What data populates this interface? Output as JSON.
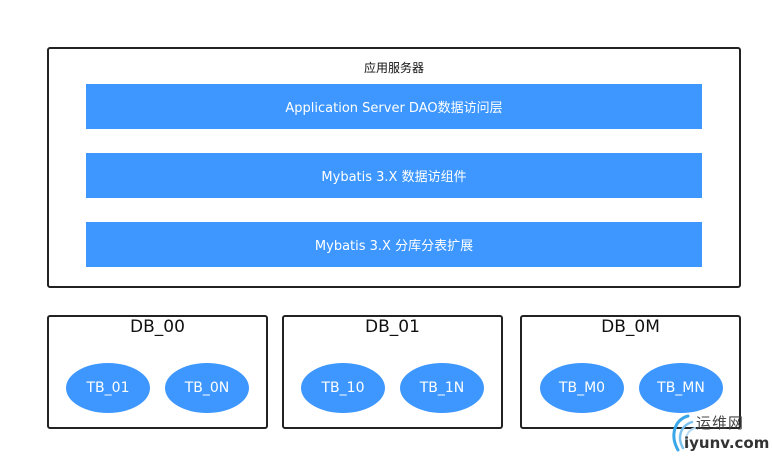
{
  "app_server": {
    "title": "应用服务器",
    "layers": [
      "Application Server DAO数据访问层",
      "Mybatis 3.X 数据访组件",
      "Mybatis 3.X 分库分表扩展"
    ]
  },
  "databases": [
    {
      "name": "DB_00",
      "tables": [
        "TB_01",
        "TB_0N"
      ]
    },
    {
      "name": "DB_01",
      "tables": [
        "TB_10",
        "TB_1N"
      ]
    },
    {
      "name": "DB_0M",
      "tables": [
        "TB_M0",
        "TB_MN"
      ]
    }
  ],
  "watermark": {
    "site_name": "运维网",
    "domain": "iyunv.com"
  },
  "colors": {
    "accent": "#3d97ff",
    "border": "#222222"
  }
}
